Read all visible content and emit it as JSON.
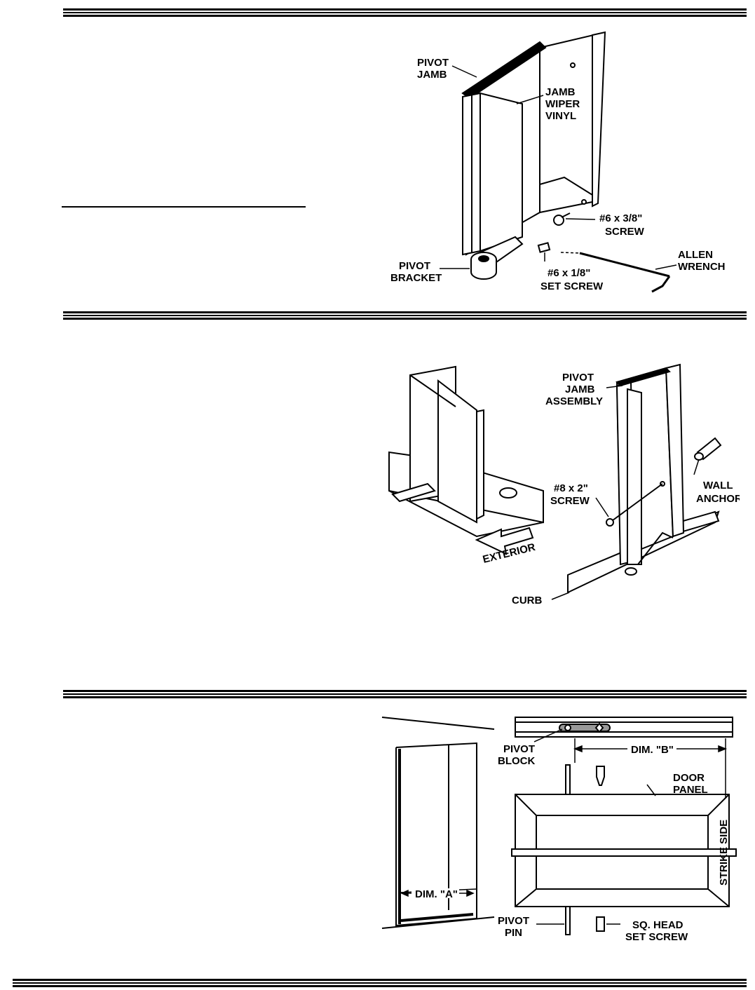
{
  "figure1": {
    "labels": {
      "pivot_jamb": [
        "PIVOT",
        "JAMB"
      ],
      "jamb_wiper_vinyl": [
        "JAMB",
        "WIPER",
        "VINYL"
      ],
      "screw_38": [
        "#6 x 3/8\"",
        "SCREW"
      ],
      "allen_wrench": [
        "ALLEN",
        "WRENCH"
      ],
      "pivot_bracket": [
        "PIVOT",
        "BRACKET"
      ],
      "set_screw": [
        "#6 x 1/8\"",
        "SET SCREW"
      ]
    }
  },
  "figure2": {
    "labels": {
      "pivot_jamb_assembly": [
        "PIVOT",
        "JAMB",
        "ASSEMBLY"
      ],
      "wall_anchor": [
        "WALL",
        "ANCHOR"
      ],
      "screw_2": [
        "#8 x 2\"",
        "SCREW"
      ],
      "exterior": "EXTERIOR",
      "curb": "CURB"
    }
  },
  "figure3": {
    "labels": {
      "pivot_block": [
        "PIVOT",
        "BLOCK"
      ],
      "dim_b": "DIM. \"B\"",
      "door_panel": [
        "DOOR",
        "PANEL"
      ],
      "strike_side": "STRIKE SIDE",
      "dim_a": "DIM. \"A\"",
      "pivot_pin": [
        "PIVOT",
        "PIN"
      ],
      "sq_head_set_screw": [
        "SQ. HEAD",
        "SET SCREW"
      ]
    }
  }
}
